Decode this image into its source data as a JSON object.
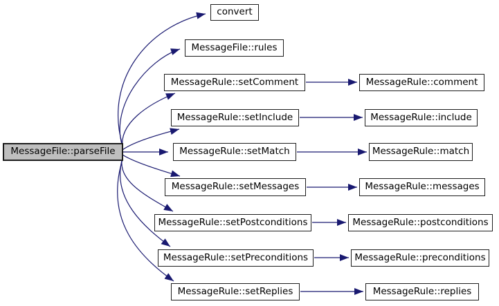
{
  "diagram": {
    "kind": "call-graph",
    "colors": {
      "edge": "#191970",
      "node_border": "#1c1c1c",
      "node_fill": "#ffffff",
      "root_node_fill": "#bfbfbf",
      "text": "#000000",
      "background": "#ffffff"
    }
  },
  "nodes": {
    "parseFile": "MessageFile::parseFile",
    "convert": "convert",
    "rules": "MessageFile::rules",
    "setComment": "MessageRule::setComment",
    "setInclude": "MessageRule::setInclude",
    "setMatch": "MessageRule::setMatch",
    "setMessages": "MessageRule::setMessages",
    "setPostconditions": "MessageRule::setPostconditions",
    "setPreconditions": "MessageRule::setPreconditions",
    "setReplies": "MessageRule::setReplies",
    "comment": "MessageRule::comment",
    "include": "MessageRule::include",
    "match": "MessageRule::match",
    "messages": "MessageRule::messages",
    "postconditions": "MessageRule::postconditions",
    "preconditions": "MessageRule::preconditions",
    "replies": "MessageRule::replies"
  },
  "edges": [
    {
      "from": "MessageFile::parseFile",
      "to": "convert"
    },
    {
      "from": "MessageFile::parseFile",
      "to": "MessageFile::rules"
    },
    {
      "from": "MessageFile::parseFile",
      "to": "MessageRule::setComment"
    },
    {
      "from": "MessageFile::parseFile",
      "to": "MessageRule::setInclude"
    },
    {
      "from": "MessageFile::parseFile",
      "to": "MessageRule::setMatch"
    },
    {
      "from": "MessageFile::parseFile",
      "to": "MessageRule::setMessages"
    },
    {
      "from": "MessageFile::parseFile",
      "to": "MessageRule::setPostconditions"
    },
    {
      "from": "MessageFile::parseFile",
      "to": "MessageRule::setPreconditions"
    },
    {
      "from": "MessageFile::parseFile",
      "to": "MessageRule::setReplies"
    },
    {
      "from": "MessageRule::setComment",
      "to": "MessageRule::comment"
    },
    {
      "from": "MessageRule::setInclude",
      "to": "MessageRule::include"
    },
    {
      "from": "MessageRule::setMatch",
      "to": "MessageRule::match"
    },
    {
      "from": "MessageRule::setMessages",
      "to": "MessageRule::messages"
    },
    {
      "from": "MessageRule::setPostconditions",
      "to": "MessageRule::postconditions"
    },
    {
      "from": "MessageRule::setPreconditions",
      "to": "MessageRule::preconditions"
    },
    {
      "from": "MessageRule::setReplies",
      "to": "MessageRule::replies"
    }
  ]
}
